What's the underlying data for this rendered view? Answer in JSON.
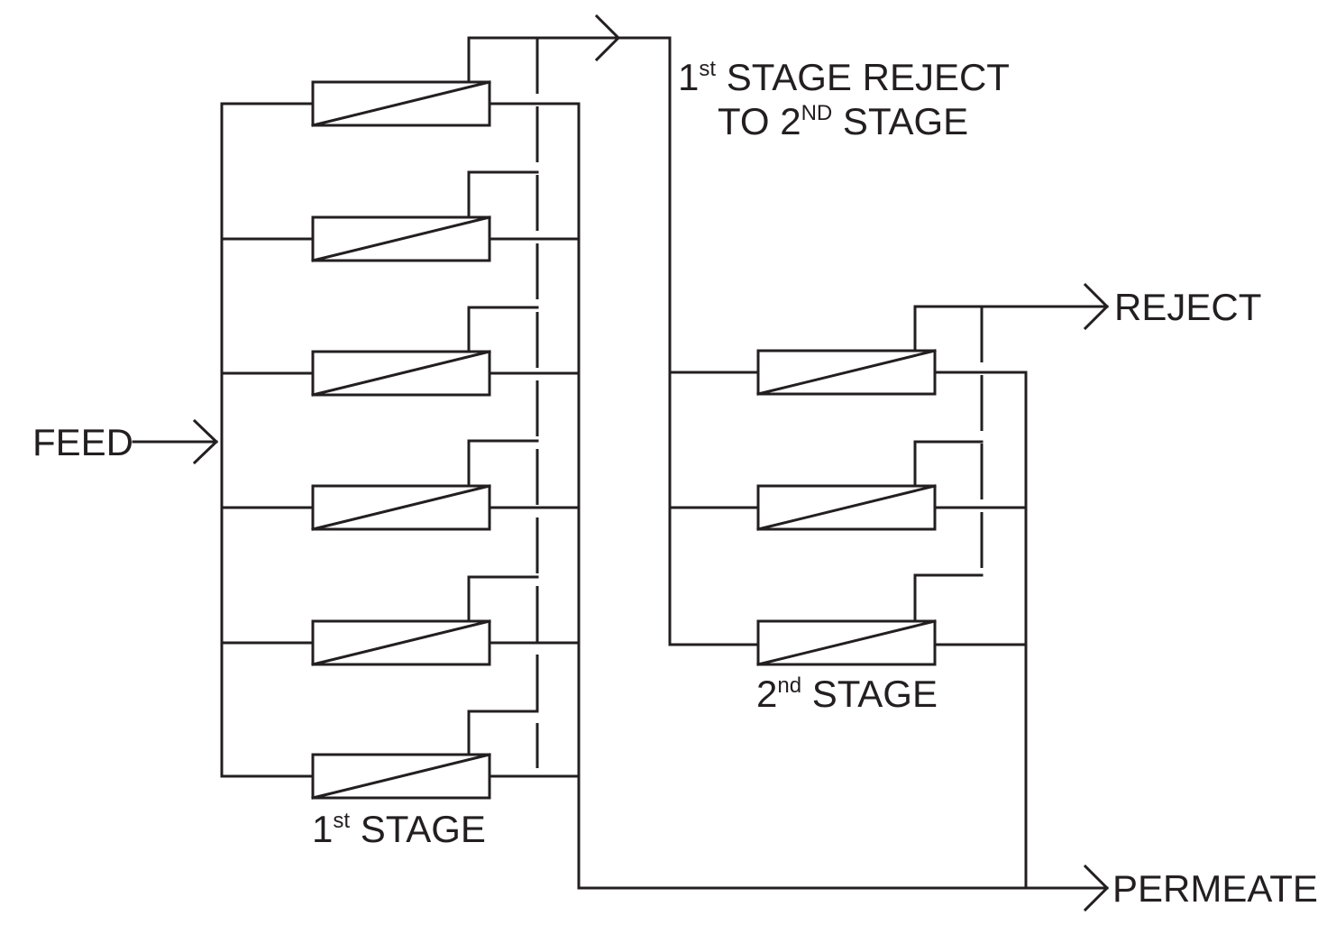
{
  "labels": {
    "feed": "FEED",
    "stage1_reject_line1_num": "1",
    "stage1_reject_line1_sup": "st",
    "stage1_reject_line1_text": " STAGE REJECT",
    "stage1_reject_line2_pre": "TO 2",
    "stage1_reject_line2_sup": "ND",
    "stage1_reject_line2_text": " STAGE",
    "reject": "REJECT",
    "permeate": "PERMEATE",
    "stage1_num": "1",
    "stage1_sup": "st",
    "stage1_text": " STAGE",
    "stage2_num": "2",
    "stage2_sup": "nd",
    "stage2_text": " STAGE"
  },
  "stages": [
    {
      "name": "1st stage",
      "vessel_count": 6
    },
    {
      "name": "2nd stage",
      "vessel_count": 3
    }
  ],
  "colors": {
    "line": "#231f20",
    "background": "#ffffff"
  }
}
